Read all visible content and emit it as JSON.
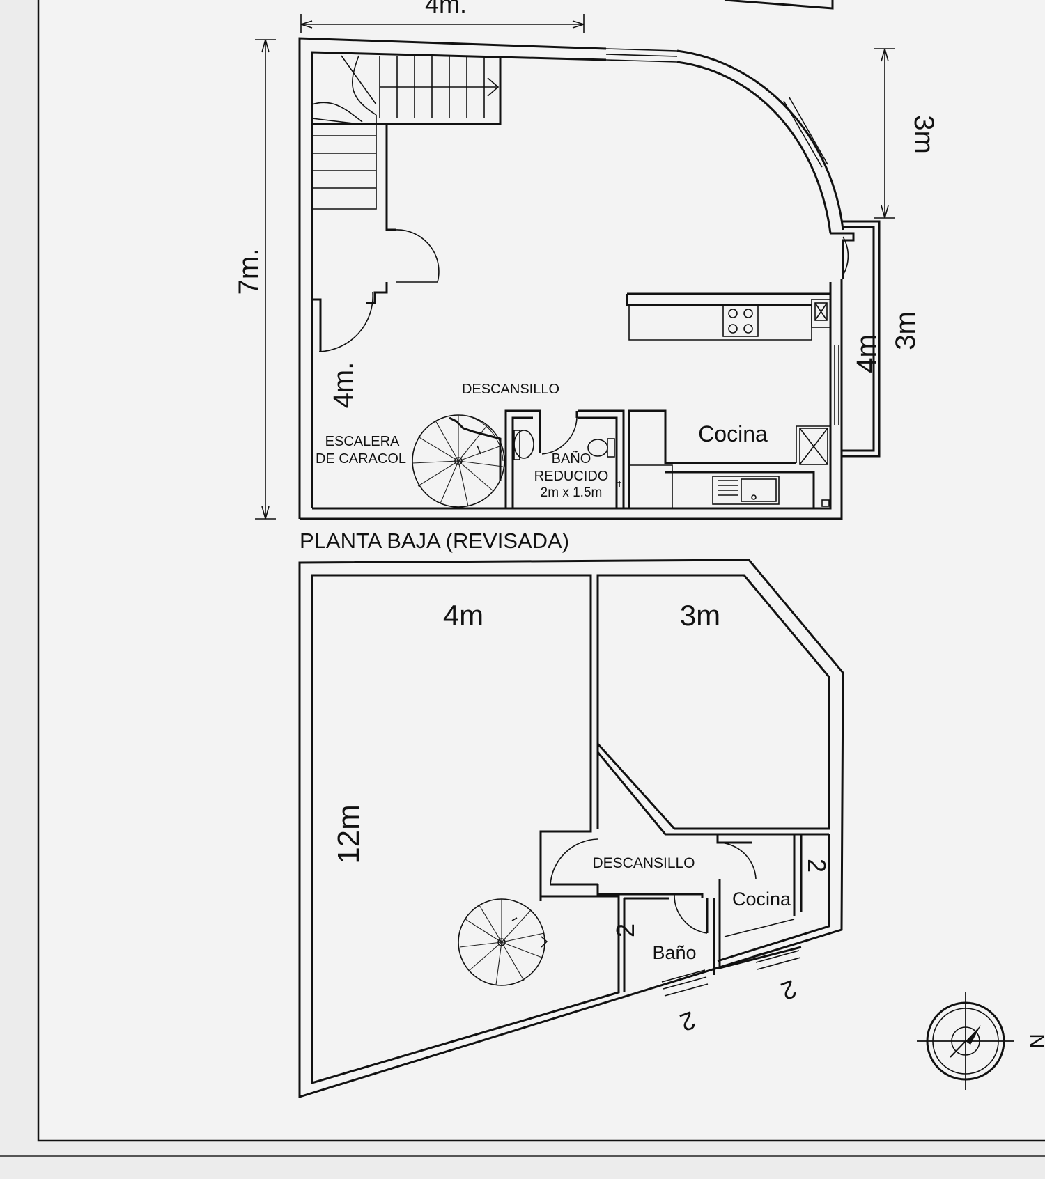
{
  "upper": {
    "dim_top": "4m.",
    "dim_left": "7m.",
    "dim_right_upper": "3m",
    "dim_right_lower": "3m",
    "dim_inner_left": "4m.",
    "dim_inner_right": "4m",
    "label_landing": "DESCANSILLO",
    "label_stair_1": "ESCALERA",
    "label_stair_2": "DE CARACOL",
    "label_bath_1": "BAÑO",
    "label_bath_2": "REDUCIDO",
    "label_bath_3": "2m x 1.5m",
    "label_kitchen": "Cocina"
  },
  "title": "PLANTA BAJA (REVISADA)",
  "lower": {
    "dim_top_left": "4m",
    "dim_top_right": "3m",
    "dim_left": "12m",
    "label_landing": "DESCANSILLO",
    "label_kitchen": "Cocina",
    "label_bath": "Baño",
    "dim_kitchen": "2",
    "dim_bath": "2",
    "dim_bottom_1": "2",
    "dim_bottom_2": "2"
  },
  "compass": {
    "north": "N"
  }
}
